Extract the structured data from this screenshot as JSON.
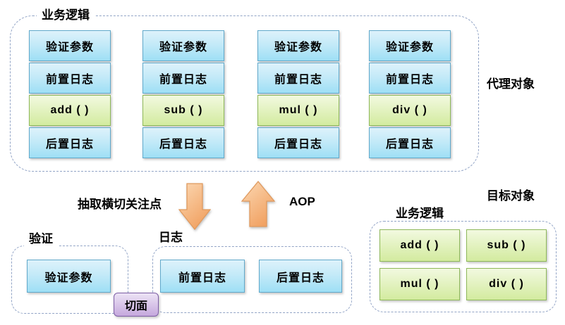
{
  "proxy": {
    "container_label": "业务逻辑",
    "side_label": "代理对象",
    "columns": [
      {
        "cells": [
          "验证参数",
          "前置日志",
          "add ( )",
          "后置日志"
        ]
      },
      {
        "cells": [
          "验证参数",
          "前置日志",
          "sub ( )",
          "后置日志"
        ]
      },
      {
        "cells": [
          "验证参数",
          "前置日志",
          "mul ( )",
          "后置日志"
        ]
      },
      {
        "cells": [
          "验证参数",
          "前置日志",
          "div ( )",
          "后置日志"
        ]
      }
    ]
  },
  "middle": {
    "extract_label": "抽取横切关注点",
    "aop_label": "AOP"
  },
  "aspects": {
    "validation_label": "验证",
    "validation_cell": "验证参数",
    "logging_label": "日志",
    "logging_cells": [
      "前置日志",
      "后置日志"
    ],
    "aspect_badge": "切面"
  },
  "target": {
    "side_label": "目标对象",
    "container_label": "业务逻辑",
    "methods": [
      "add ( )",
      "sub ( )",
      "mul ( )",
      "div ( )"
    ]
  },
  "colors": {
    "blue_box_top": "#ddf2fb",
    "blue_box_bottom": "#9edff5",
    "blue_box_border": "#61a9cb",
    "green_box_top": "#f2f9e0",
    "green_box_bottom": "#d3eb9f",
    "green_box_border": "#8fb95a",
    "purple_box_top": "#ece3f5",
    "purple_box_bottom": "#c5a8dd",
    "purple_box_border": "#7d5da5",
    "arrow_light": "#fbd8b3",
    "arrow_dark": "#f1a263",
    "arrow_border": "#e09a5e",
    "dashed_border": "#92a4c6"
  }
}
